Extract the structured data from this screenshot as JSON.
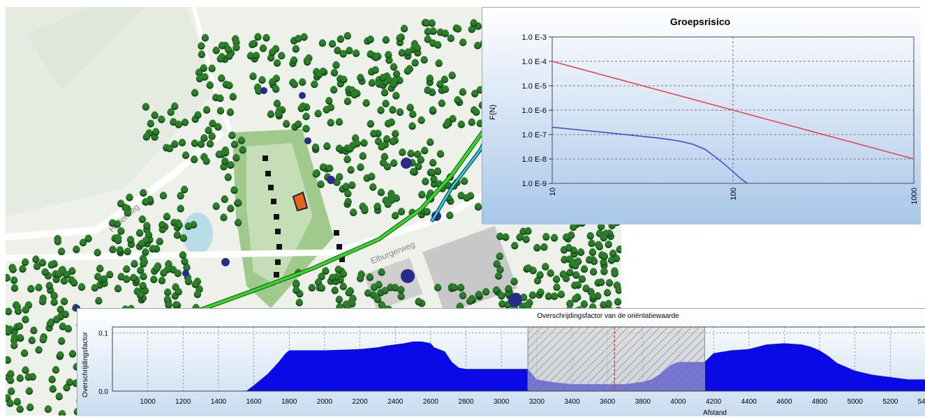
{
  "map": {
    "road_label_1": "Hullerweg",
    "road_label_2": "Elburgerweg",
    "colors": {
      "background": "#eef0ea",
      "tree": "#2e7d2a",
      "tree_dark": "#14501a",
      "building_marker": "#2a2a8a",
      "route_green": "#39d629",
      "route_cyan": "#23d3e6",
      "park": "#9fca8c",
      "source": "#e8641c"
    }
  },
  "chart_data": [
    {
      "type": "line",
      "title": "Groepsrisico",
      "ylabel": "F(N)",
      "xlabel": "",
      "xscale": "log",
      "yscale": "log",
      "xlim": [
        10,
        1000
      ],
      "ylim": [
        1e-09,
        0.001
      ],
      "x_ticks": [
        "10",
        "100",
        "1000"
      ],
      "y_ticks": [
        "1.0 E-3",
        "1.0 E-4",
        "1.0 E-5",
        "1.0 E-6",
        "1.0 E-7",
        "1.0 E-8",
        "1.0 E-9"
      ],
      "grid": true,
      "series": [
        {
          "color": "#e04a4a",
          "x": [
            10,
            100,
            1000
          ],
          "y": [
            0.0001,
            1e-06,
            1e-08
          ]
        },
        {
          "color": "#3a4fd0",
          "x": [
            10,
            20,
            40,
            50,
            60,
            70,
            80,
            90,
            100,
            110,
            120
          ],
          "y": [
            2e-07,
            1.2e-07,
            7e-08,
            5.5e-08,
            4e-08,
            2.5e-08,
            1.2e-08,
            6e-09,
            3e-09,
            1.6e-09,
            1e-09
          ]
        }
      ]
    },
    {
      "type": "area",
      "title": "Overschrijdingsfactor van de oriëntatiewaarde",
      "ylabel": "Overschrijdingsfactor",
      "xlabel": "Afstand",
      "xlim": [
        800,
        5400
      ],
      "ylim": [
        0,
        0.11
      ],
      "x_ticks": [
        "1000",
        "1200",
        "1400",
        "1600",
        "1800",
        "2000",
        "2200",
        "2400",
        "2600",
        "2800",
        "3000",
        "3200",
        "3400",
        "3600",
        "3800",
        "4000",
        "4200",
        "4400",
        "4600",
        "4800",
        "5000",
        "5200",
        "54"
      ],
      "y_ticks": [
        "0.0",
        "0.1"
      ],
      "grid": true,
      "fill_color": "#0a0ae6",
      "highlight_range": [
        3150,
        4150
      ],
      "marker_x": 3640,
      "series": [
        {
          "x": [
            800,
            1500,
            1560,
            1600,
            1680,
            1740,
            1780,
            1800,
            2000,
            2200,
            2300,
            2350,
            2400,
            2450,
            2500,
            2550,
            2600,
            2620,
            2680,
            2720,
            2760,
            2800,
            3000,
            3150,
            3200,
            3300,
            3400,
            3500,
            3600,
            3700,
            3800,
            3850,
            3900,
            3960,
            4000,
            4100,
            4150,
            4200,
            4300,
            4400,
            4450,
            4500,
            4600,
            4700,
            4750,
            4800,
            4850,
            4900,
            5000,
            5100,
            5200,
            5300,
            5400
          ],
          "y": [
            0,
            0,
            0.001,
            0.01,
            0.03,
            0.05,
            0.065,
            0.07,
            0.07,
            0.072,
            0.075,
            0.078,
            0.08,
            0.082,
            0.085,
            0.085,
            0.082,
            0.075,
            0.068,
            0.05,
            0.04,
            0.038,
            0.038,
            0.038,
            0.02,
            0.015,
            0.012,
            0.012,
            0.012,
            0.012,
            0.016,
            0.02,
            0.03,
            0.045,
            0.05,
            0.05,
            0.05,
            0.065,
            0.07,
            0.072,
            0.076,
            0.08,
            0.082,
            0.08,
            0.076,
            0.07,
            0.06,
            0.048,
            0.035,
            0.028,
            0.024,
            0.02,
            0.02
          ]
        }
      ]
    }
  ]
}
